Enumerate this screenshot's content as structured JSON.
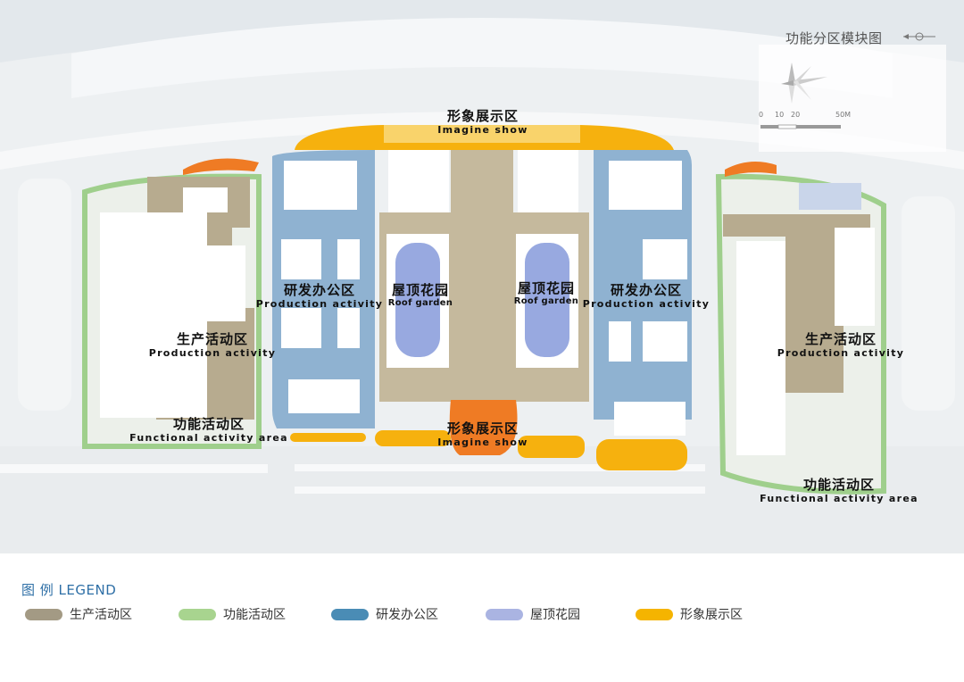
{
  "map": {
    "title": "功能分区模块图",
    "scale": {
      "ticks": [
        "0",
        "10",
        "20",
        "50M"
      ]
    },
    "zones": [
      {
        "id": "showcase-top",
        "zh": "形象展示区",
        "en": "Imagine show",
        "category": "showcase"
      },
      {
        "id": "rd-left",
        "zh": "研发办公区",
        "en": "Production activity",
        "category": "rd-office"
      },
      {
        "id": "roof-left",
        "zh": "屋顶花园",
        "en": "Roof garden",
        "category": "roof-garden"
      },
      {
        "id": "roof-right",
        "zh": "屋顶花园",
        "en": "Roof garden",
        "category": "roof-garden"
      },
      {
        "id": "rd-right",
        "zh": "研发办公区",
        "en": "Production activity",
        "category": "rd-office"
      },
      {
        "id": "production-left",
        "zh": "生产活动区",
        "en": "Production activity",
        "category": "production"
      },
      {
        "id": "production-right",
        "zh": "生产活动区",
        "en": "Production activity",
        "category": "production"
      },
      {
        "id": "functional-left",
        "zh": "功能活动区",
        "en": "Functional activity area",
        "category": "functional"
      },
      {
        "id": "showcase-bottom",
        "zh": "形象展示区",
        "en": "Imagine show",
        "category": "showcase"
      },
      {
        "id": "functional-right",
        "zh": "功能活动区",
        "en": "Functional activity area",
        "category": "functional"
      }
    ]
  },
  "legend": {
    "title": "图 例 LEGEND",
    "items": [
      {
        "label": "生产活动区",
        "color": "#a39a84",
        "category": "production"
      },
      {
        "label": "功能活动区",
        "color": "#a8d48f",
        "category": "functional"
      },
      {
        "label": "研发办公区",
        "color": "#4a8cb5",
        "category": "rd-office"
      },
      {
        "label": "屋顶花园",
        "color": "#aab4e2",
        "category": "roof-garden"
      },
      {
        "label": "形象展示区",
        "color": "#f5b400",
        "category": "showcase"
      }
    ]
  },
  "colors": {
    "production_fill": "#b7ab8f",
    "functional_stroke": "#9fcf8c",
    "rd_fill": "#8fb2d1",
    "roof_fill": "#98a9e0",
    "showcase_fill": "#f6b10e",
    "showcase_accent": "#ef7b24",
    "building_fill": "#ffffff",
    "background": "#eceef0"
  }
}
